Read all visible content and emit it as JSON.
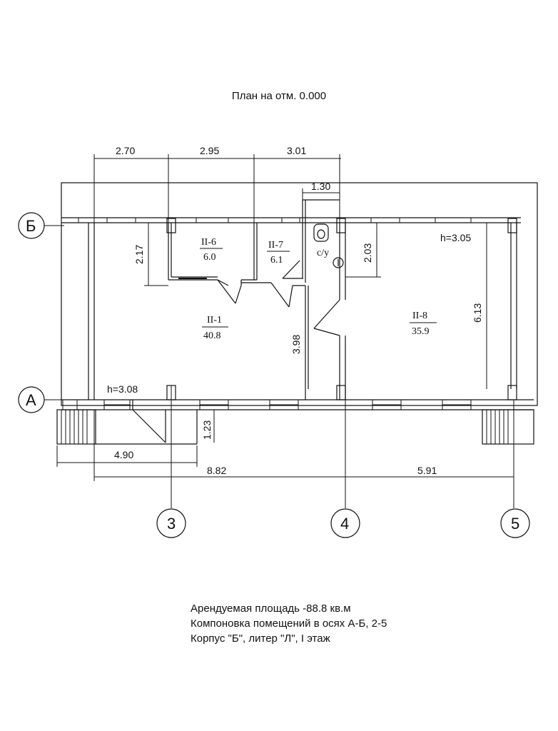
{
  "title": "План на отм. 0.000",
  "axes": {
    "row_b": "Б",
    "row_a": "А",
    "col_3": "3",
    "col_4": "4",
    "col_5": "5"
  },
  "dimensions": {
    "d_270": "2.70",
    "d_295": "2.95",
    "d_301": "3.01",
    "d_130": "1.30",
    "d_217": "2.17",
    "d_203": "2.03",
    "d_613": "6.13",
    "d_398": "3.98",
    "d_123": "1.23",
    "d_490": "4.90",
    "d_882": "8.82",
    "d_591": "5.91"
  },
  "heights": {
    "h_305": "h=3.05",
    "h_308": "h=3.08"
  },
  "rooms": [
    {
      "id": "II-6",
      "area": "6.0"
    },
    {
      "id": "II-7",
      "area": "6.1"
    },
    {
      "id": "II-1",
      "area": "40.8"
    },
    {
      "id": "II-8",
      "area": "35.9"
    }
  ],
  "wc_label": "с/у",
  "notes": [
    "Арендуемая площадь -88.8 кв.м",
    "Компоновка помещений в осях А-Б, 2-5",
    "Корпус \"Б\", литер \"Л\", I этаж"
  ]
}
